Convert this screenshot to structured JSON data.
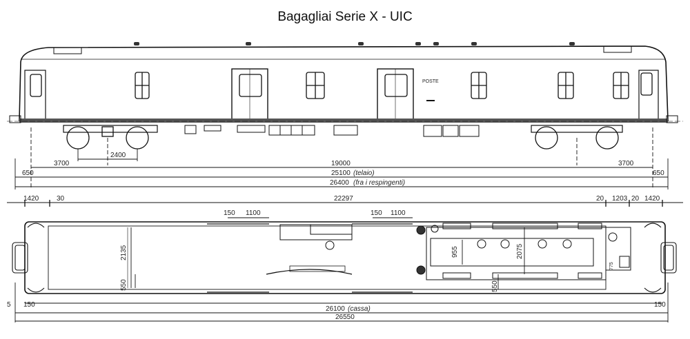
{
  "title": "Bagagliai Serie X - UIC",
  "side_view": {
    "poste_label": "POSTE",
    "dims": {
      "end_left": "3700",
      "bogie_base": "2400",
      "bogie_centres": "19000",
      "end_right": "3700",
      "frame_length": "25100",
      "frame_note": "(telaio)",
      "buffers_length": "26400",
      "buffers_note": "(fra i respingenti)",
      "overhang_left": "650",
      "overhang_right": "650"
    }
  },
  "plan_view": {
    "dims": {
      "left_end": "1420",
      "left_wall": "30",
      "interior_length": "22297",
      "right_wall_a": "20",
      "toilet_length": "1203",
      "right_wall_b": "20",
      "right_end": "1420",
      "door_gap_1": "150",
      "door_width_1": "1100",
      "door_gap_2": "150",
      "door_width_2": "1100",
      "inner_width": "2135",
      "side_offset_left": "550",
      "mail_width_a": "955",
      "mail_width_b": "2075",
      "side_offset_right": "550",
      "toilet_dim": "775",
      "end_small_left": "150",
      "end_small_right": "150",
      "body_length": "26100",
      "body_note": "(cassa)",
      "total_length": "26550",
      "left_tiny": "5"
    }
  }
}
